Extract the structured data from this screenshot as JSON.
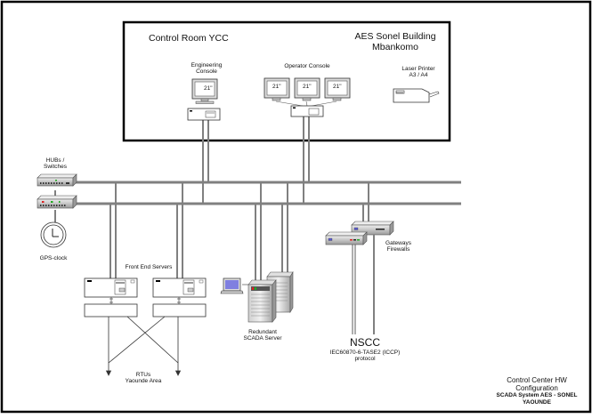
{
  "diagram": {
    "title_block": {
      "line1": "Control Center HW",
      "line2": "Configuration",
      "line3": "SCADA System AES - SONEL",
      "line4": "YAOUNDE"
    },
    "control_room": {
      "title": "Control Room YCC",
      "building_line1": "AES Sonel Building",
      "building_line2": "Mbankomo"
    },
    "engineering_console": {
      "label_line1": "Engineering",
      "label_line2": "Console",
      "monitor_size": "21\""
    },
    "operator_console": {
      "label": "Operator Console",
      "monitors": [
        "21\"",
        "21\"",
        "21\""
      ]
    },
    "laser_printer": {
      "label_line1": "Laser Printer",
      "label_line2": "A3 / A4"
    },
    "hubs": {
      "label_line1": "HUBs /",
      "label_line2": "Switches"
    },
    "gps_clock": {
      "label": "GPS-clock"
    },
    "front_end_servers": {
      "label": "Front End Servers"
    },
    "rtus": {
      "label_line1": "RTUs",
      "label_line2": "Yaounde Area"
    },
    "scada_server": {
      "label_line1": "Redundant",
      "label_line2": "SCADA Server"
    },
    "gateways": {
      "label_line1": "Gateways",
      "label_line2": "Firewalls"
    },
    "nscc": {
      "title": "NSCC",
      "protocol_line1": "IEC60870-6-TASE2 (ICCP)",
      "protocol_line2": "protocol"
    },
    "colors": {
      "bus": "#808080",
      "frame": "#000000",
      "device_fill": "#e6e6e6",
      "monitor_screen": "#7f7fe0"
    }
  }
}
